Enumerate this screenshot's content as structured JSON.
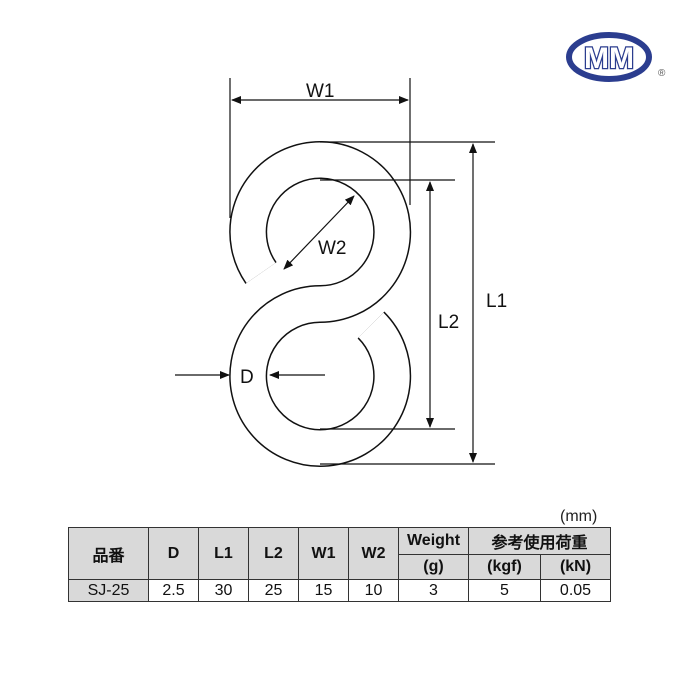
{
  "brand": {
    "logo_text": "MM",
    "registered": "®",
    "color": "#2b3d8f"
  },
  "diagram": {
    "labels": {
      "W1": "W1",
      "W2": "W2",
      "L1": "L1",
      "L2": "L2",
      "D": "D"
    }
  },
  "table": {
    "unit": "(mm)",
    "headers": {
      "part_no": "品番",
      "D": "D",
      "L1": "L1",
      "L2": "L2",
      "W1": "W1",
      "W2": "W2",
      "weight": "Weight",
      "weight_unit": "(g)",
      "load": "参考使用荷重",
      "kgf": "(kgf)",
      "kN": "(kN)"
    },
    "rows": [
      {
        "part_no": "SJ-25",
        "D": "2.5",
        "L1": "30",
        "L2": "25",
        "W1": "15",
        "W2": "10",
        "weight": "3",
        "kgf": "5",
        "kN": "0.05"
      }
    ]
  }
}
